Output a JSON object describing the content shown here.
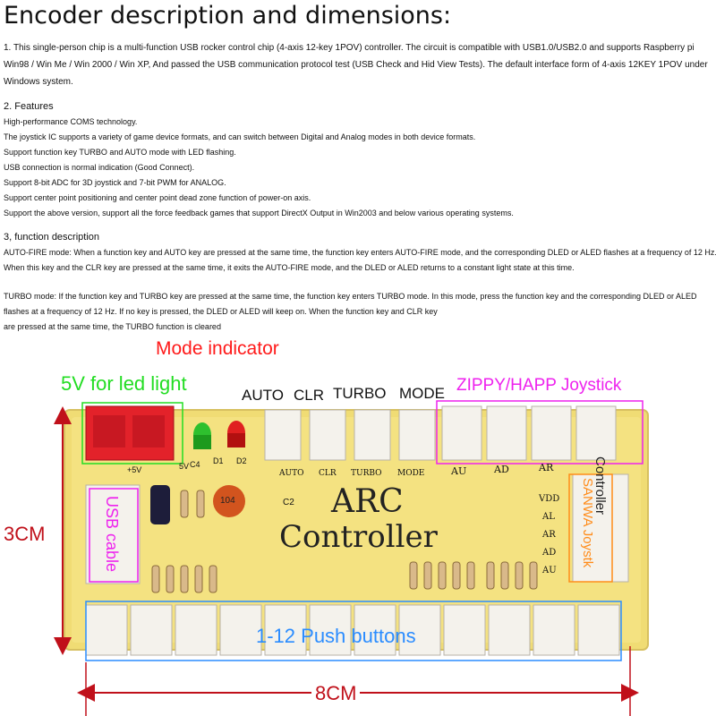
{
  "title": "Encoder description and dimensions:",
  "intro": {
    "line1": "1.  This single-person chip is a multi-function USB rocker control chip (4-axis 12-key 1POV) controller. The circuit is compatible with USB1.0/USB2.0 and supports  Raspberry pi",
    "line2": "Win98 / Win Me / Win 2000 / Win XP, And passed the USB communication protocol test (USB Check and Hid View Tests). The default interface form of 4-axis 12KEY 1POV under",
    "line3": " Windows system."
  },
  "features": {
    "heading": "2. Features",
    "items": [
      "High-performance COMS technology.",
      "The joystick IC supports a variety of game device formats, and can switch between Digital and Analog modes in both device formats.",
      "Support function key TURBO and AUTO mode with LED flashing.",
      "USB connection is normal indication (Good Connect).",
      "Support 8-bit ADC for 3D joystick and 7-bit PWM for ANALOG.",
      "Support center point positioning and center point dead zone function of power-on axis.",
      "Support the above version, support all the force feedback games that support DirectX Output in Win2003 and below various operating systems."
    ]
  },
  "function_description": {
    "heading": "3, function description",
    "autofire_1": "AUTO-FIRE mode: When a function key and AUTO key are pressed at the same time, the function key enters AUTO-FIRE mode, and the corresponding DLED or ALED flashes at a frequency of 12 Hz.",
    "autofire_2": "When this key and the CLR key are pressed at the same time, it exits the AUTO-FIRE mode, and the DLED or ALED returns to a constant light state at this time.",
    "turbo_1": " TURBO mode: If the function key and TURBO key are pressed at the same time, the function key enters TURBO mode. In this mode, press the function key and the corresponding DLED or ALED",
    "turbo_2": " flashes at a frequency of 12 Hz. If no key is pressed, the DLED or ALED will keep on. When the function key and CLR key",
    "turbo_3": "are pressed at the same time, the TURBO function is cleared"
  },
  "diagram": {
    "mode_indicator": "Mode indicator",
    "led_power": "5V for  led light",
    "auto": "AUTO",
    "clr": "CLR",
    "turbo": "TURBO",
    "mode": "MODE",
    "joystick": "ZIPPY/HAPP Joystick",
    "usb_cable": "USB cable",
    "sanwa": "SANWA Joystk",
    "push_buttons": "1-12 Push buttons",
    "height": "3CM",
    "width": "8CM",
    "board_title_1": "ARC",
    "board_title_2": "Controller",
    "silk_auto": "AUTO",
    "silk_clr": "CLR",
    "silk_turbo": "TURBO",
    "silk_mode": "MODE",
    "silk_au": "AU",
    "silk_ad": "AD",
    "silk_ar": "AR",
    "silk_right_pins": [
      "VDD",
      "AL",
      "AR",
      "AD",
      "AU"
    ],
    "silk_5v": "+5V",
    "silk_5v_2": "5V",
    "silk_c4": "C4",
    "silk_d1": "D1",
    "silk_d2": "D2",
    "silk_c2": "C2",
    "silk_cap": "104",
    "silk_side": "Controller"
  },
  "colors": {
    "red_label": "#ff1a1a",
    "green_label": "#22dd22",
    "magenta_label": "#ee22ee",
    "orange_label": "#ff8c1a",
    "blue_label": "#2a8cff",
    "board": "#f3e07a"
  }
}
